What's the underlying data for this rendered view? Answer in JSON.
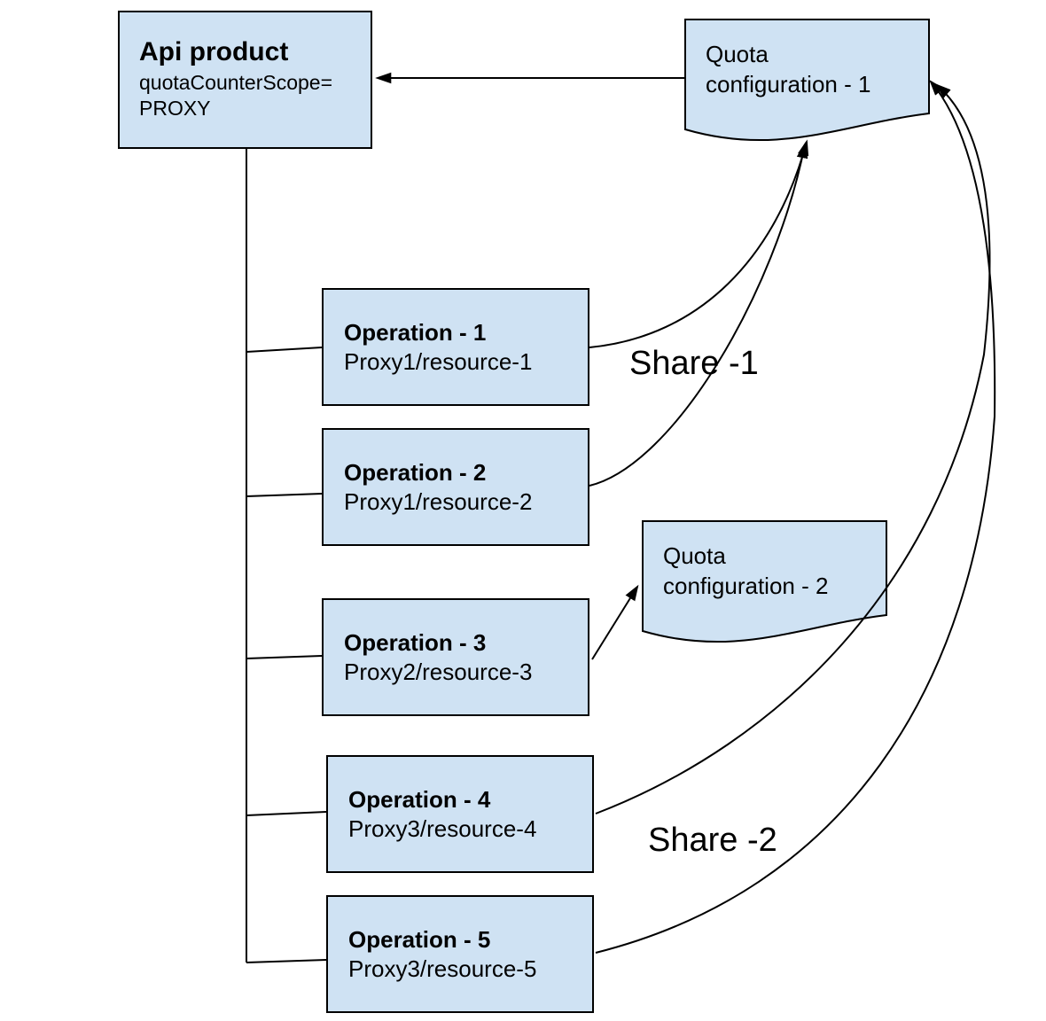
{
  "diagram": {
    "api_product": {
      "title": "Api product",
      "lines": [
        "quotaCounterScope=",
        "PROXY"
      ]
    },
    "quota_configs": [
      {
        "lines": [
          "Quota",
          "configuration - 1"
        ]
      },
      {
        "lines": [
          "Quota",
          "configuration - 2"
        ]
      }
    ],
    "operations": [
      {
        "title": "Operation - 1",
        "path": "Proxy1/resource-1"
      },
      {
        "title": "Operation - 2",
        "path": "Proxy1/resource-2"
      },
      {
        "title": "Operation - 3",
        "path": "Proxy2/resource-3"
      },
      {
        "title": "Operation - 4",
        "path": "Proxy3/resource-4"
      },
      {
        "title": "Operation - 5",
        "path": "Proxy3/resource-5"
      }
    ],
    "labels": {
      "share_1": "Share -1",
      "share_2": "Share -2"
    },
    "colors": {
      "shape_fill": "#cfe2f3",
      "shape_border": "#000000",
      "connector": "#000000",
      "background": "#ffffff"
    }
  }
}
